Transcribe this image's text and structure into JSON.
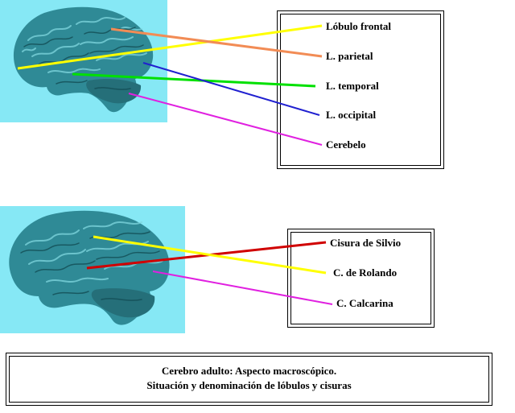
{
  "top_diagram": {
    "labels": [
      "Lóbulo frontal",
      "L. parietal",
      "L. temporal",
      "L. occipital",
      "Cerebelo"
    ],
    "line_colors": [
      "#ffff00",
      "#f28c55",
      "#00e000",
      "#2020d0",
      "#e020e0"
    ]
  },
  "bottom_diagram": {
    "labels": [
      "Cisura de Silvio",
      "C. de Rolando",
      "C. Calcarina"
    ],
    "line_colors": [
      "#d00000",
      "#ffff00",
      "#e020e0"
    ]
  },
  "caption": {
    "line1": "Cerebro adulto: Aspecto macroscópico.",
    "line2": "Situación y denominación de lóbulos y cisuras"
  },
  "colors": {
    "background_panel": "#86e8f5",
    "brain": "#2f8a96"
  }
}
